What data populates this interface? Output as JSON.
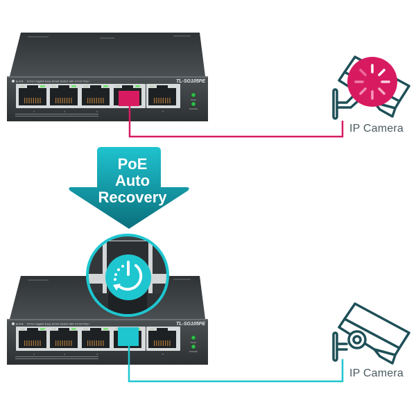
{
  "diagram": {
    "title": "PoE Auto Recovery",
    "arrow_label_lines": [
      "PoE",
      "Auto",
      "Recovery"
    ],
    "colors": {
      "fault": "#d81b60",
      "recovered": "#1ec6d0",
      "arrow_top": "#1fb9c6",
      "arrow_bottom": "#0b7f8d",
      "camera_outline": "#1e4f57",
      "switch_body": "#3b3f41"
    },
    "before": {
      "state": "fault",
      "switch": {
        "brand": "tp-link",
        "description": "5-Port Gigabit Easy Smart Switch with 4-Port PoE+",
        "model": "TL-SG105PE",
        "port_numbers": [
          "1",
          "2",
          "3",
          "4",
          "5"
        ],
        "active_port": "4",
        "led_labels": [
          "Power",
          "PoE Max"
        ]
      },
      "device": {
        "icon": "ip-camera-icon",
        "overlay_icon": "loading-spinner-icon",
        "label": "IP Camera"
      }
    },
    "after": {
      "state": "recovered",
      "switch": {
        "brand": "tp-link",
        "description": "5-Port Gigabit Easy Smart Switch with 4-Port PoE+",
        "model": "TL-SG105PE",
        "port_numbers": [
          "1",
          "2",
          "3",
          "4",
          "5"
        ],
        "active_port": "4",
        "led_labels": [
          "Power",
          "PoE Max"
        ]
      },
      "magnifier_icon": "power-restart-icon",
      "device": {
        "icon": "ip-camera-icon",
        "label": "IP Camera"
      }
    }
  }
}
